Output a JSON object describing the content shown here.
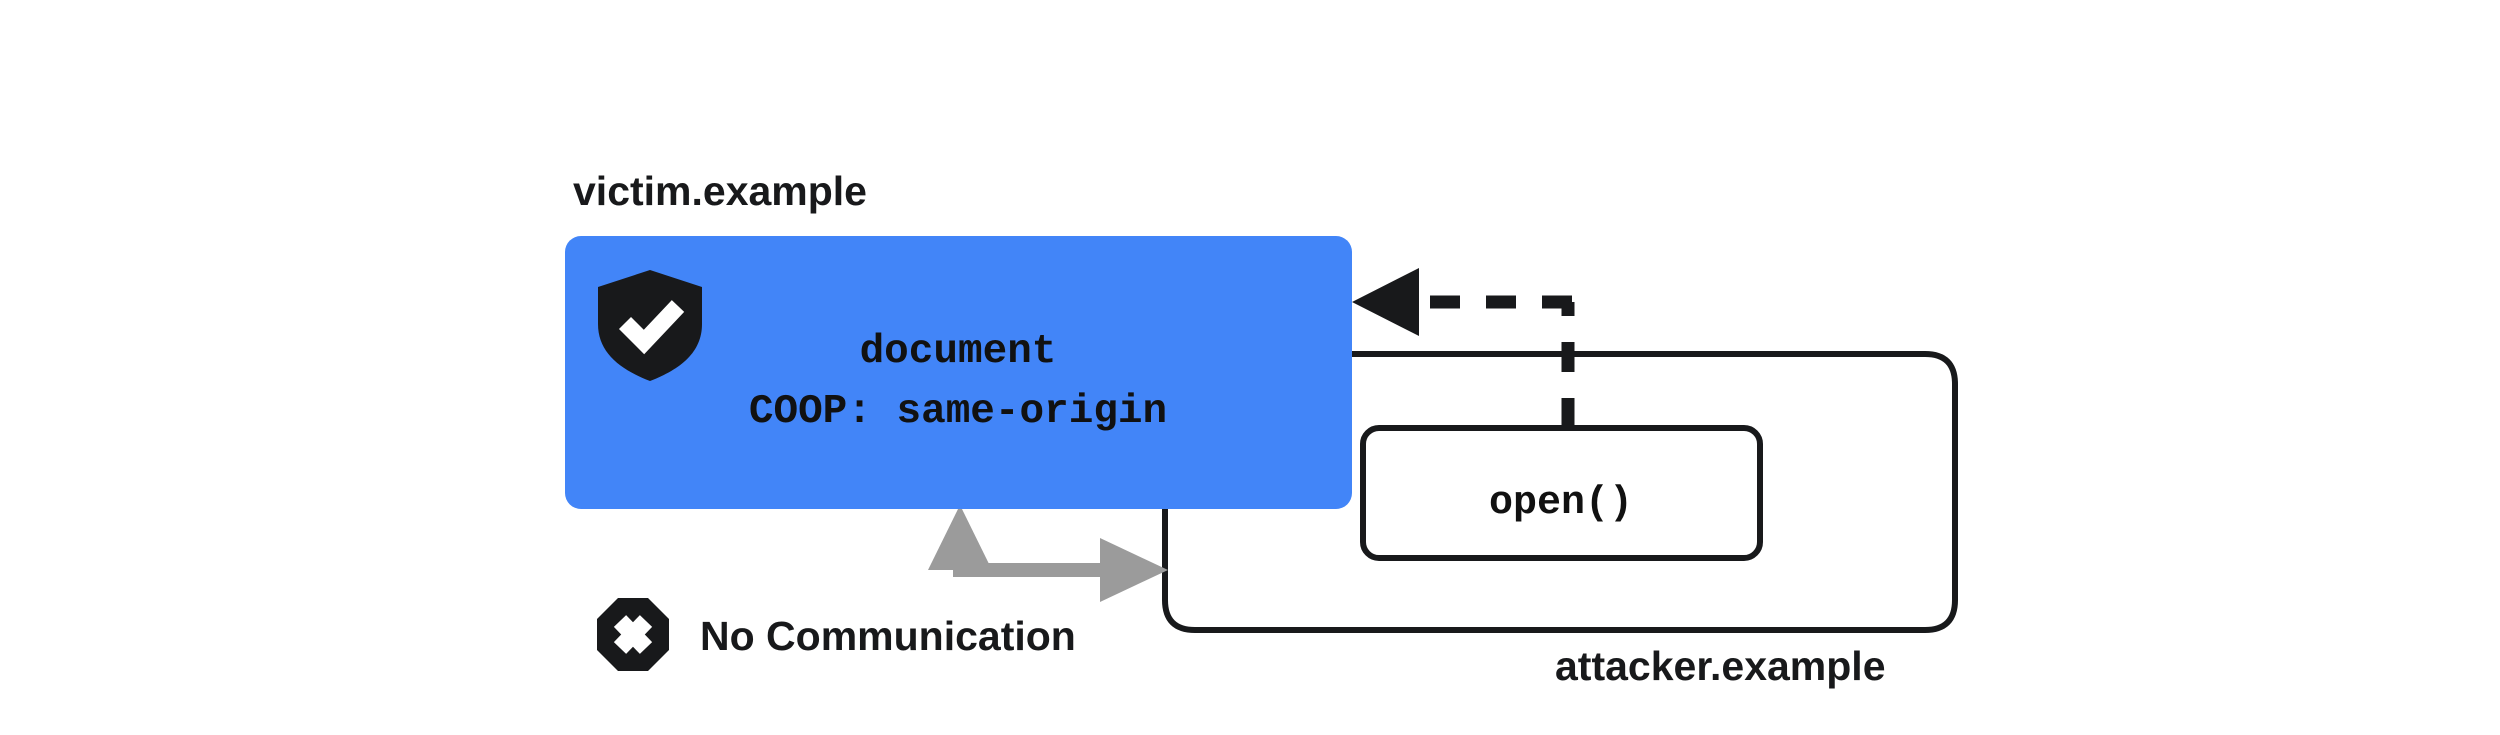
{
  "diagram": {
    "title_semantic": "cross-origin-opener-policy-same-origin-isolation",
    "colors": {
      "browsing_context_fill": "#4285F8",
      "frame_stroke": "#18191b",
      "blocked_arrow": "#9b9b9b",
      "icon_dark": "#18191b",
      "icon_light": "#ffffff",
      "page_background": "#ffffff"
    },
    "victim": {
      "label": "victim.example",
      "shield_icon": "shield-check-icon",
      "document_label": "document",
      "header_label": "COOP: same-origin"
    },
    "attacker": {
      "label": "attacker.example",
      "call_label": "open()"
    },
    "blocked": {
      "icon": "octagon-x-icon",
      "label": "No Communication"
    },
    "edges": {
      "open_call": {
        "style": "dashed",
        "from": "open()",
        "to": "victim document",
        "arrow": "arrowhead-left-icon"
      },
      "no_communication": {
        "style": "solid-gray-double",
        "from": "victim document",
        "to": "attacker frame",
        "arrow": "arrowhead-both-icon"
      }
    }
  }
}
